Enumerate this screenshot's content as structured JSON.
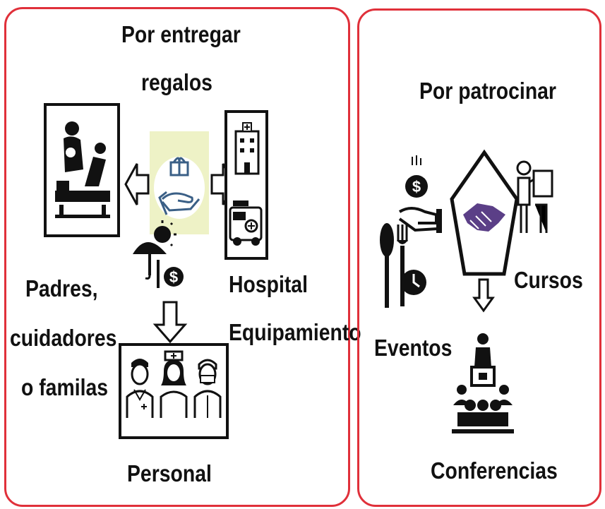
{
  "left_panel": {
    "title_line1": "Por  entregar",
    "title_line2": "regalos",
    "parents_line1": "Padres,",
    "parents_line2": "cuidadores",
    "parents_line3": "o familas",
    "hospital_line1": "Hospital",
    "hospital_line2": "Equipamiento",
    "staff": "Personal"
  },
  "right_panel": {
    "title": "Por patrocinar",
    "cursos": "Cursos",
    "eventos": "Eventos",
    "conferencias": "Conferencias"
  },
  "colors": {
    "border": "#e0303a",
    "gift_bg": "#eef2c6",
    "handshake": "#5b3f87",
    "gift_icon": "#3a5f86"
  },
  "icons": [
    "parent-child-bed-icon",
    "gift-hand-icon",
    "hospital-building-icon",
    "ambulance-icon",
    "umbrella-sun-icon",
    "money-icon",
    "doctor-icon",
    "nurse-icon",
    "surgeon-icon",
    "handshake-icon",
    "money-hand-icon",
    "cutlery-clock-icon",
    "teacher-board-icon",
    "conference-audience-icon"
  ]
}
